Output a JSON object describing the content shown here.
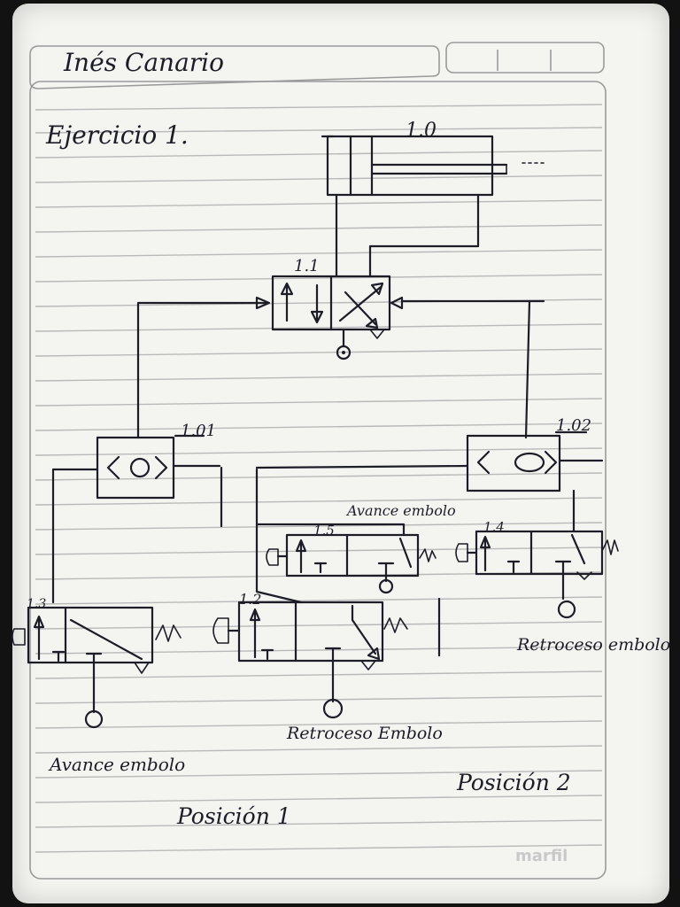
{
  "header": {
    "name": "Inés Canario"
  },
  "title": "Ejercicio 1.",
  "components": {
    "cylinder": "1.0",
    "main_valve": "1.1",
    "shuttle_left": "1.01",
    "shuttle_right": "1.02",
    "valve_1_2": "1.2",
    "valve_1_3": "1.3",
    "valve_1_4": "1.4",
    "valve_1_5": "1.5"
  },
  "annotations": {
    "avance_top": "Avance embolo",
    "retroceso_right": "Retroceso embolo",
    "retroceso_bottom": "Retroceso Embolo",
    "avance_bottom": "Avance embolo",
    "posicion2": "Posición 2",
    "posicion1": "Posición 1"
  },
  "brand": "marfil"
}
